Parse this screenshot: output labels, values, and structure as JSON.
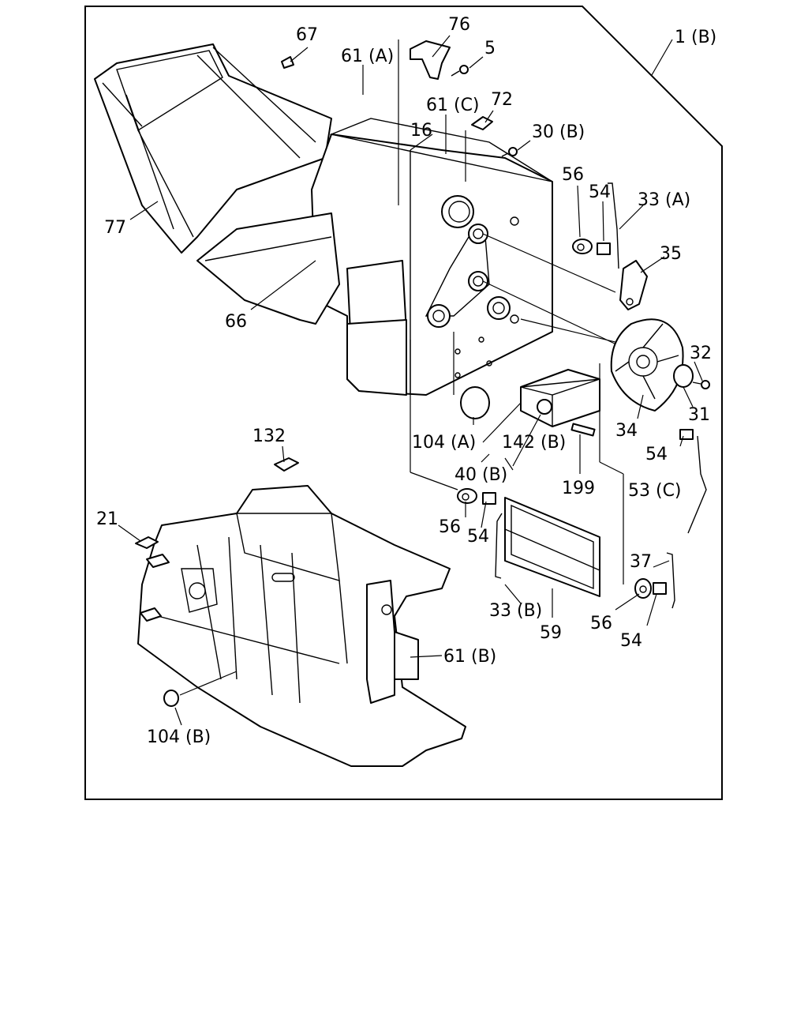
{
  "diagram": {
    "assembly_ref": "1 (B)",
    "callouts": [
      {
        "id": "c76",
        "text": "76"
      },
      {
        "id": "c67",
        "text": "67"
      },
      {
        "id": "c61a",
        "text": "61 (A)"
      },
      {
        "id": "c5",
        "text": "5"
      },
      {
        "id": "c61c",
        "text": "61 (C)"
      },
      {
        "id": "c72",
        "text": "72"
      },
      {
        "id": "c16",
        "text": "16"
      },
      {
        "id": "c30b",
        "text": "30 (B)"
      },
      {
        "id": "c56a",
        "text": "56"
      },
      {
        "id": "c54a",
        "text": "54"
      },
      {
        "id": "c33a",
        "text": "33 (A)"
      },
      {
        "id": "c35",
        "text": "35"
      },
      {
        "id": "c77",
        "text": "77"
      },
      {
        "id": "c66",
        "text": "66"
      },
      {
        "id": "c32",
        "text": "32"
      },
      {
        "id": "c31",
        "text": "31"
      },
      {
        "id": "c34",
        "text": "34"
      },
      {
        "id": "c104a",
        "text": "104 (A)"
      },
      {
        "id": "c142b",
        "text": "142 (B)"
      },
      {
        "id": "c54b",
        "text": "54"
      },
      {
        "id": "c40b",
        "text": "40 (B)"
      },
      {
        "id": "c199",
        "text": "199"
      },
      {
        "id": "c53c",
        "text": "53 (C)"
      },
      {
        "id": "c132",
        "text": "132"
      },
      {
        "id": "c21",
        "text": "21"
      },
      {
        "id": "c56b",
        "text": "56"
      },
      {
        "id": "c54c",
        "text": "54"
      },
      {
        "id": "c37",
        "text": "37"
      },
      {
        "id": "c33b",
        "text": "33 (B)"
      },
      {
        "id": "c56c",
        "text": "56"
      },
      {
        "id": "c59",
        "text": "59"
      },
      {
        "id": "c54d",
        "text": "54"
      },
      {
        "id": "c61b",
        "text": "61 (B)"
      },
      {
        "id": "c104b",
        "text": "104 (B)"
      }
    ]
  }
}
